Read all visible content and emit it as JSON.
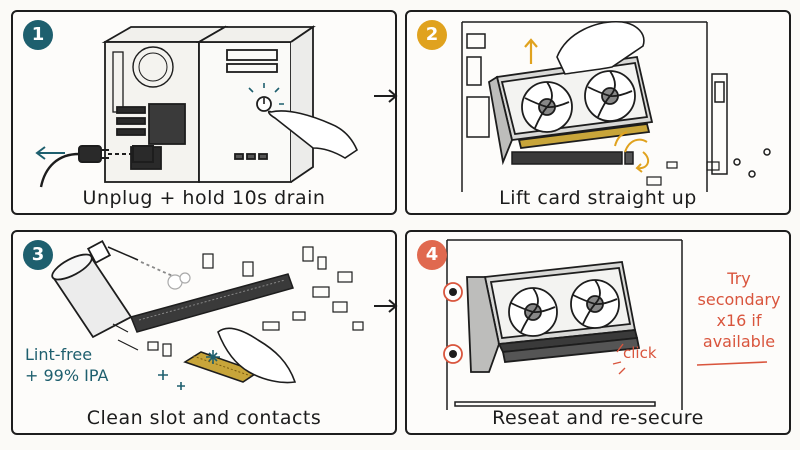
{
  "steps": [
    {
      "number": "1",
      "caption": "Unplug + hold 10s drain",
      "color": "#1e5f6e"
    },
    {
      "number": "2",
      "caption": "Lift card straight up",
      "color": "#e0a21e"
    },
    {
      "number": "3",
      "caption": "Clean slot and contacts",
      "color": "#1e5f6e"
    },
    {
      "number": "4",
      "caption": "Reseat and re-secure",
      "color": "#e0694f"
    }
  ],
  "notes": {
    "cleaning_line1": "Lint-free",
    "cleaning_line2": "+ 99% IPA",
    "secondary_line1": "Try",
    "secondary_line2": "secondary",
    "secondary_line3": "x16 if",
    "secondary_line4": "available",
    "click_label": "click"
  },
  "colors": {
    "teal": "#1e5f6e",
    "amber": "#e0a21e",
    "coral": "#d9553d",
    "ink": "#1d1d1d"
  },
  "icons": [
    "power-button-icon",
    "power-plug-icon",
    "arrow-right-icon",
    "arrow-up-icon",
    "rotate-latch-icon",
    "spray-can-icon",
    "sparkle-icon",
    "screw-icon"
  ]
}
